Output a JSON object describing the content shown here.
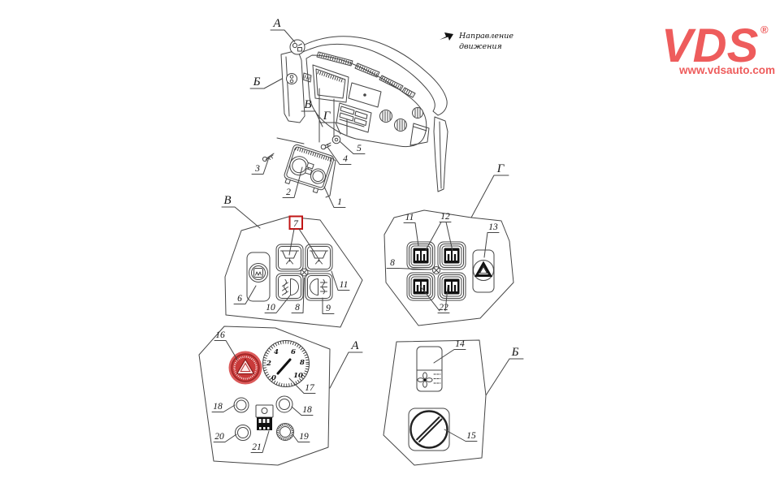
{
  "logo": {
    "brand": "VDS",
    "registered": "®",
    "website": "www.vdsauto.com"
  },
  "direction_note": {
    "line1": "Направление",
    "line2": "движения"
  },
  "section_labels": {
    "a": "А",
    "b": "Б",
    "v": "В",
    "g": "Г"
  },
  "parts": {
    "p1": "1",
    "p2": "2",
    "p3": "3",
    "p4": "4",
    "p5": "5",
    "p6": "6",
    "p7": "7",
    "p8": "8",
    "p9": "9",
    "p10": "10",
    "p11": "11",
    "p12": "12",
    "p13": "13",
    "p14": "14",
    "p15": "15",
    "p16": "16",
    "p17": "17",
    "p18": "18",
    "p19": "19",
    "p20": "20",
    "p21": "21",
    "p22": "22"
  },
  "highlighted_part": {
    "number": "7",
    "box_color": "#c11616"
  },
  "gauge": {
    "ticks": [
      "0",
      "2",
      "4",
      "6",
      "8",
      "10"
    ]
  },
  "colors": {
    "line": "#454545",
    "logo_red": "#ee5c5c",
    "hazard_button_red": "#d23d3d",
    "highlight_red": "#c11616"
  },
  "icons": {
    "direction_arrow": "arrow-icon",
    "cigarette_lighter": "cigarette-lighter-icon",
    "windshield_washer": "windshield-washer-icon",
    "front_fog": "front-fog-light-icon",
    "rear_fog": "rear-fog-light-icon",
    "heater_rocker": "heater-rocker-icon",
    "hazard_triangle": "hazard-warning-icon",
    "fan": "fan-icon",
    "rotary_knob": "rotary-knob-icon",
    "tachometer": "tachometer-gauge-icon"
  }
}
